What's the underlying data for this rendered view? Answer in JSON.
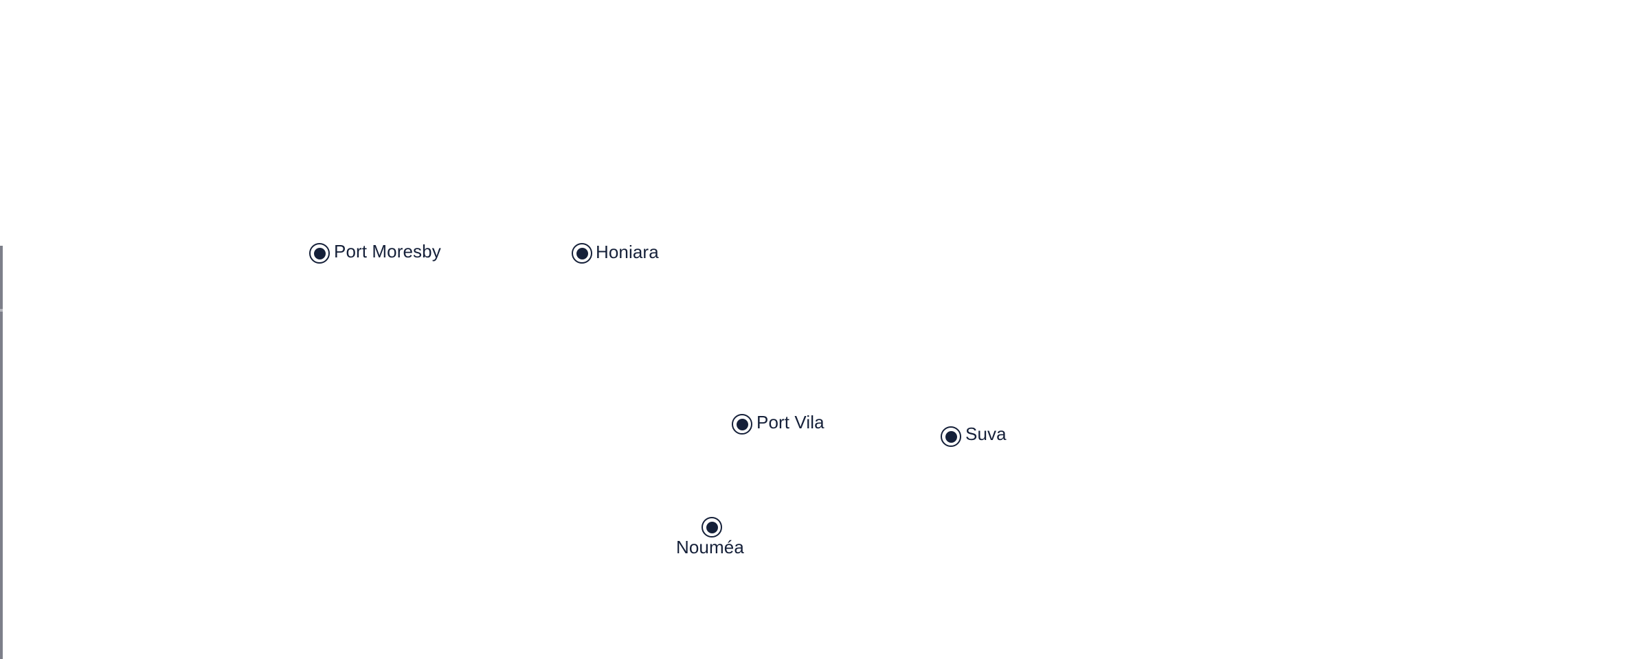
{
  "map": {
    "colors": {
      "background": "#ffffff",
      "marker": "#152039",
      "label": "#152039",
      "left_edge": "#7d7f8a"
    },
    "cities": [
      {
        "name": "Port Moresby",
        "icon": "capital-city-icon"
      },
      {
        "name": "Honiara",
        "icon": "capital-city-icon"
      },
      {
        "name": "Port Vila",
        "icon": "capital-city-icon"
      },
      {
        "name": "Suva",
        "icon": "capital-city-icon"
      },
      {
        "name": "Nouméa",
        "icon": "capital-city-icon"
      }
    ]
  }
}
